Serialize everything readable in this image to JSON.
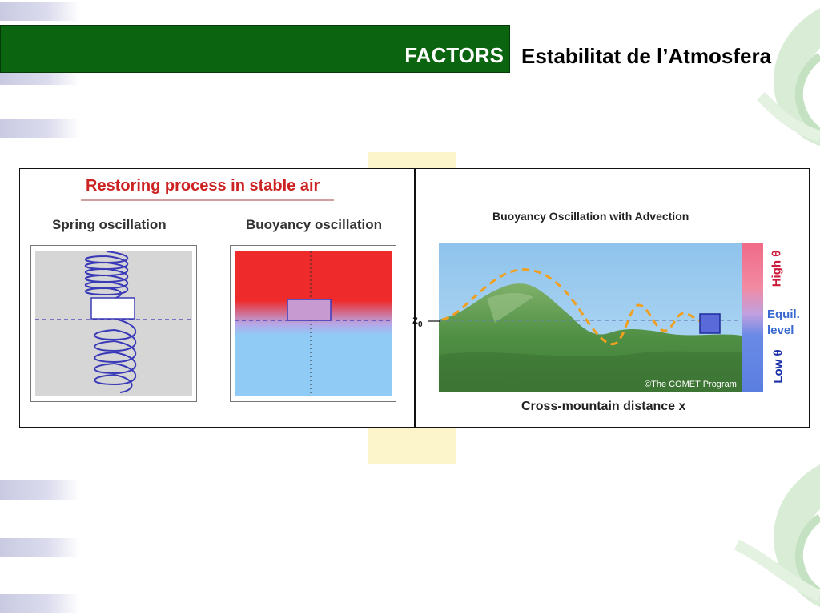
{
  "header": {
    "label": "FACTORS",
    "title": "Estabilitat de l’Atmosfera"
  },
  "figure": {
    "left_panel": {
      "title": "Restoring process in stable air",
      "spring_title": "Spring oscillation",
      "buoyancy_title": "Buoyancy oscillation"
    },
    "right_panel": {
      "title": "Buoyancy Oscillation with Advection",
      "x_label": "Cross-mountain distance x",
      "z_label": "z",
      "z_subscript": "0",
      "scale": {
        "high": "High θ",
        "equil": "Equil.\nlevel",
        "low": "Low θ"
      },
      "copyright": "©The COMET Program"
    }
  },
  "colors": {
    "header_green": "#0a6410",
    "warm_air": "#ee2a2a",
    "cold_air": "#8fcbf5",
    "parcel_fill": "#c79ad2",
    "trajectory": "#f0a020",
    "high_theta": "#f06a88",
    "low_theta": "#5a7ee0"
  }
}
